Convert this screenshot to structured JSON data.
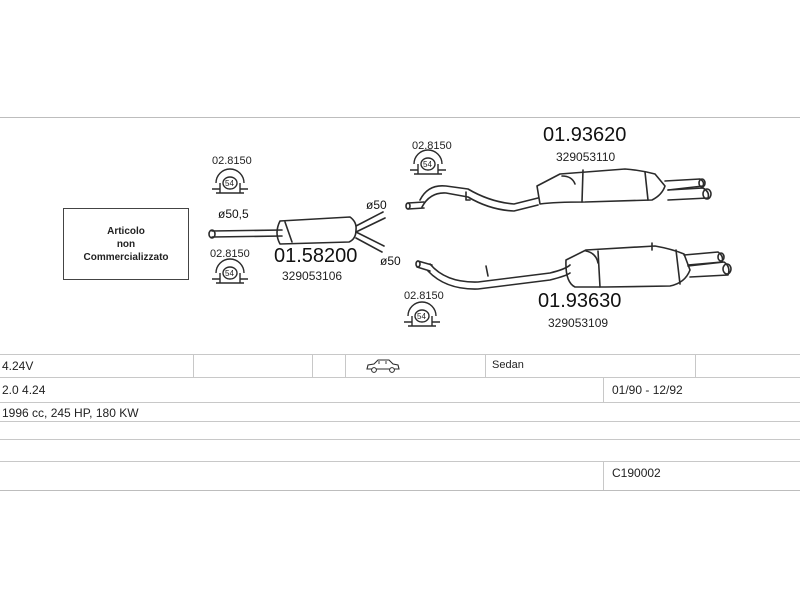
{
  "diagram": {
    "not_sold_note": [
      "Articolo",
      "non",
      "Commercializzato"
    ],
    "parts": {
      "center_muffler": {
        "number": "01.58200",
        "ref": "329053106"
      },
      "rear_muffler_top": {
        "number": "01.93620",
        "ref": "329053110"
      },
      "rear_muffler_bottom": {
        "number": "01.93630",
        "ref": "329053109"
      }
    },
    "clamps": {
      "left_top": {
        "number": "02.8150",
        "size": "54"
      },
      "left_bottom": {
        "number": "02.8150",
        "size": "54"
      },
      "mid_top": {
        "number": "02.8150",
        "size": "54"
      },
      "mid_bottom": {
        "number": "02.8150",
        "size": "54"
      }
    },
    "diameters": {
      "inlet": "ø50,5",
      "upper_branch": "ø50",
      "lower_branch": "ø50"
    }
  },
  "vehicle": {
    "model": "4.24V",
    "body_icon": "sedan-car-icon",
    "body_type": "Sedan",
    "engine": "2.0 4.24",
    "production_years": "01/90 - 12/92",
    "specs": "1996 cc, 245 HP, 180 KW",
    "catalog_code": "C190002"
  },
  "colors": {
    "line": "#2b2b2b",
    "grid": "#c8c8c8"
  }
}
